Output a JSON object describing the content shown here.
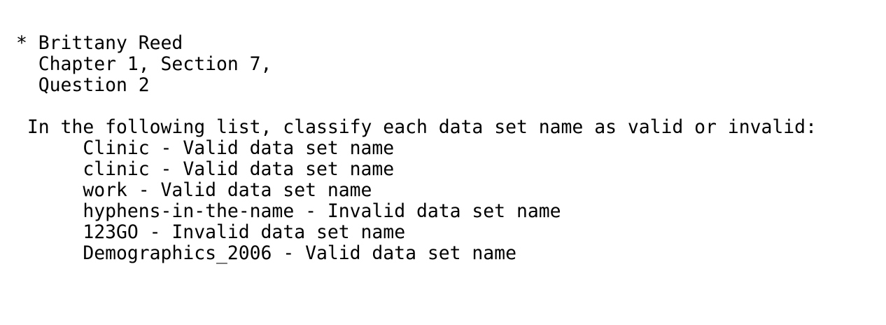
{
  "page": {
    "background_color": "#ffffff",
    "text_color": "#000000"
  },
  "annotation": {
    "marker": "*",
    "author": "Brittany Reed",
    "chapter_section": "Chapter 1, Section 7,",
    "question": "Question 2"
  },
  "exercise": {
    "prompt": "In the following list, classify each data set name as valid or invalid:",
    "separator": "-",
    "items": [
      {
        "name": "Clinic",
        "classification": "Valid data set name"
      },
      {
        "name": "clinic",
        "classification": "Valid data set name"
      },
      {
        "name": "work",
        "classification": "Valid data set name"
      },
      {
        "name": "hyphens-in-the-name",
        "classification": "Invalid data set name"
      },
      {
        "name": "123GO",
        "classification": "Invalid data set name"
      },
      {
        "name": "Demographics_2006",
        "classification": "Valid data set name"
      }
    ]
  }
}
